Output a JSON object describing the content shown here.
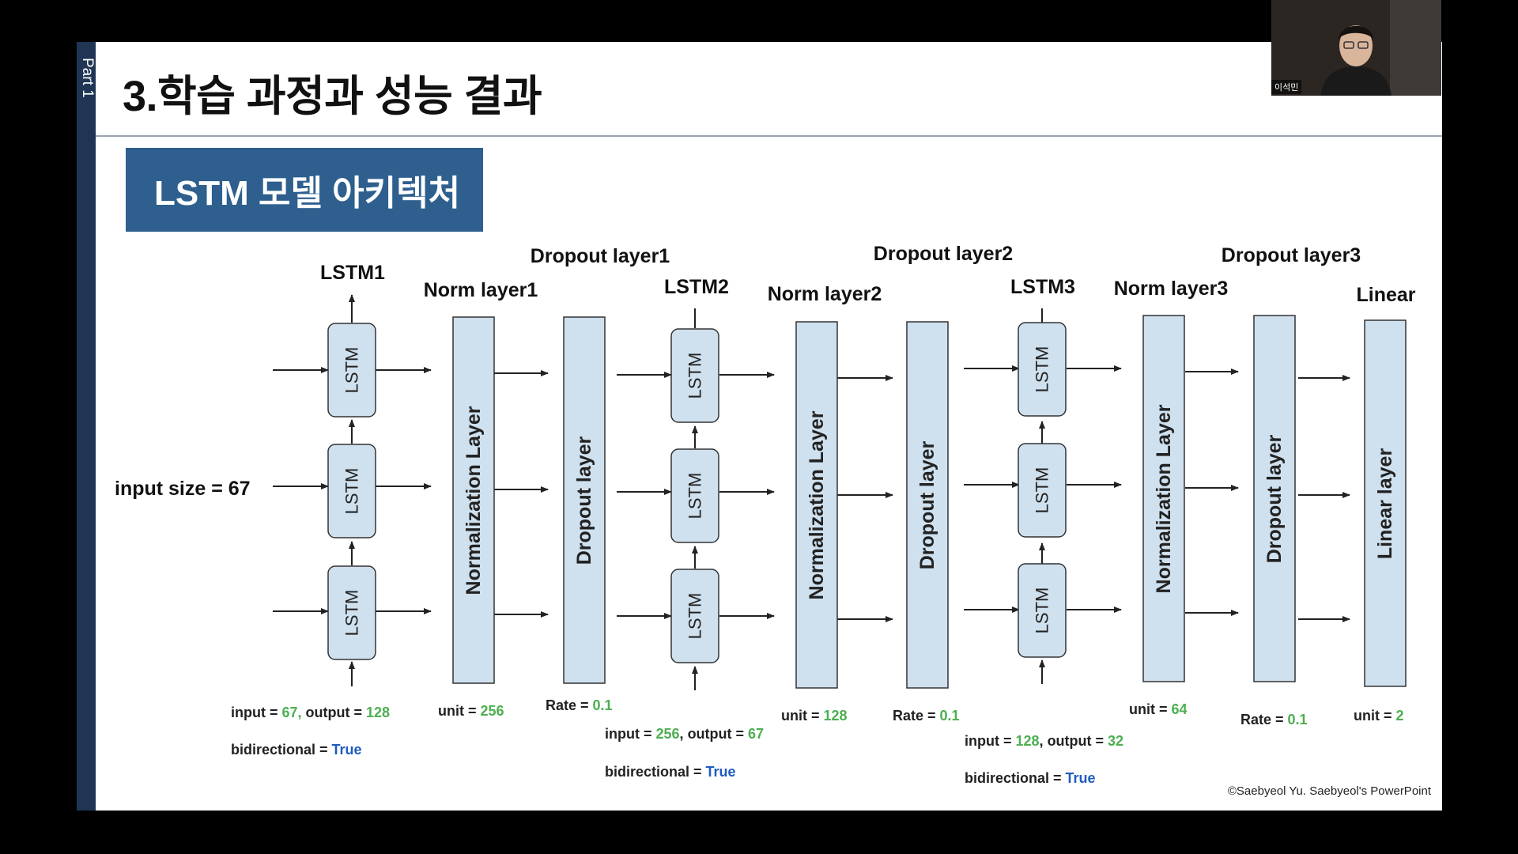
{
  "slide": {
    "section_tag": "Part 1",
    "title": "3.학습 과정과 성능 결과",
    "section_box": "LSTM 모델 아키텍처",
    "copyright": "©Saebyeol Yu. Saebyeol's PowerPoint"
  },
  "diagram": {
    "input_label": "input size = 67",
    "box_text": {
      "lstm_cell": "LSTM",
      "norm": "Normalization Layer",
      "dropout": "Dropout  layer",
      "linear": "Linear  layer"
    },
    "headers": {
      "lstm1": "LSTM1",
      "norm1": "Norm layer1",
      "dropout1": "Dropout layer1",
      "lstm2": "LSTM2",
      "norm2": "Norm layer2",
      "dropout2": "Dropout layer2",
      "lstm3": "LSTM3",
      "norm3": "Norm layer3",
      "dropout3": "Dropout layer3",
      "linear": "Linear"
    },
    "params": {
      "input_prefix": "input = ",
      "output_prefix": "output = ",
      "bidirectional_prefix": "bidirectional = ",
      "unit_prefix": "unit = ",
      "rate_prefix": "Rate = ",
      "lstm1": {
        "input": "67",
        "output": "128",
        "bidirectional": "True"
      },
      "norm1": {
        "unit": "256"
      },
      "dropout1": {
        "rate": "0.1"
      },
      "lstm2": {
        "input": "256",
        "output": "67",
        "bidirectional": "True"
      },
      "norm2": {
        "unit": "128"
      },
      "dropout2": {
        "rate": "0.1"
      },
      "lstm3": {
        "input": "128",
        "output": "32",
        "bidirectional": "True"
      },
      "norm3": {
        "unit": "64"
      },
      "dropout3": {
        "rate": "0.1"
      },
      "linear": {
        "unit": "2"
      }
    }
  },
  "webcam": {
    "participant_name": "이석민"
  },
  "colors": {
    "sidebar": "#1f3553",
    "section_box": "#2e5f8e",
    "block_fill": "#cfe0ee",
    "value_green": "#4caf50",
    "value_blue": "#1f5bbf"
  }
}
